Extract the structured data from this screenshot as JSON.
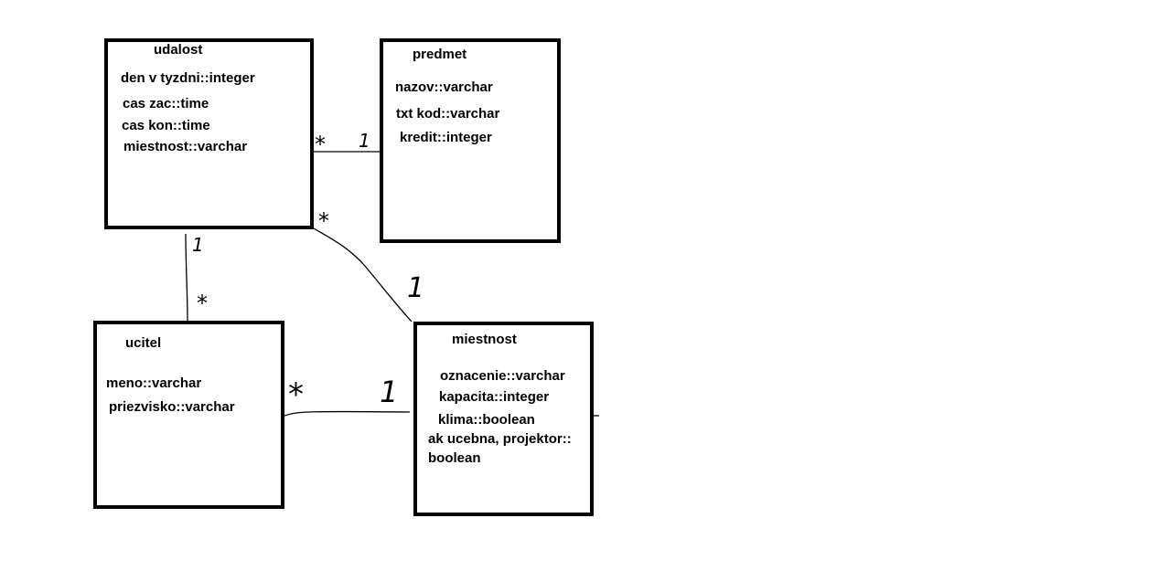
{
  "entities": {
    "udalost": {
      "title": "udalost",
      "attrs": [
        "den v tyzdni::integer",
        "cas zac::time",
        "cas kon::time",
        "miestnost::varchar"
      ]
    },
    "predmet": {
      "title": "predmet",
      "attrs": [
        "nazov::varchar",
        "txt kod::varchar",
        "kredit::integer"
      ]
    },
    "ucitel": {
      "title": "ucitel",
      "attrs": [
        "meno::varchar",
        "priezvisko::varchar"
      ]
    },
    "miestnost": {
      "title": "miestnost",
      "attrs": [
        "oznacenie::varchar",
        "kapacita::integer",
        "klima::boolean",
        "ak ucebna, projektor::",
        "boolean"
      ]
    }
  },
  "multiplicities": {
    "udalost_predmet_many": "*",
    "udalost_predmet_one": "1",
    "udalost_miestnost_many": "*",
    "udalost_miestnost_one": "1",
    "udalost_ucitel_one": "1",
    "udalost_ucitel_many": "*",
    "ucitel_miestnost_many": "*",
    "ucitel_miestnost_one": "1"
  }
}
